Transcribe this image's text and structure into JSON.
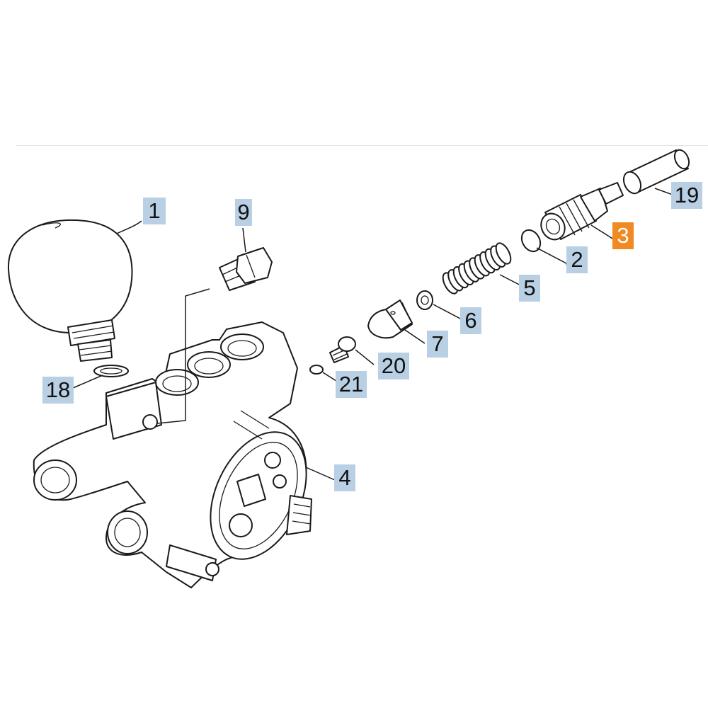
{
  "diagram": {
    "highlight_color": "#f08a22",
    "label_color": "#b8cfe4",
    "callouts": [
      {
        "id": "1",
        "label": "1",
        "active": false
      },
      {
        "id": "9",
        "label": "9",
        "active": false
      },
      {
        "id": "19",
        "label": "19",
        "active": false
      },
      {
        "id": "3",
        "label": "3",
        "active": true
      },
      {
        "id": "2",
        "label": "2",
        "active": false
      },
      {
        "id": "5",
        "label": "5",
        "active": false
      },
      {
        "id": "6",
        "label": "6",
        "active": false
      },
      {
        "id": "7",
        "label": "7",
        "active": false
      },
      {
        "id": "20",
        "label": "20",
        "active": false
      },
      {
        "id": "21",
        "label": "21",
        "active": false
      },
      {
        "id": "18",
        "label": "18",
        "active": false
      },
      {
        "id": "4",
        "label": "4",
        "active": false
      }
    ]
  }
}
